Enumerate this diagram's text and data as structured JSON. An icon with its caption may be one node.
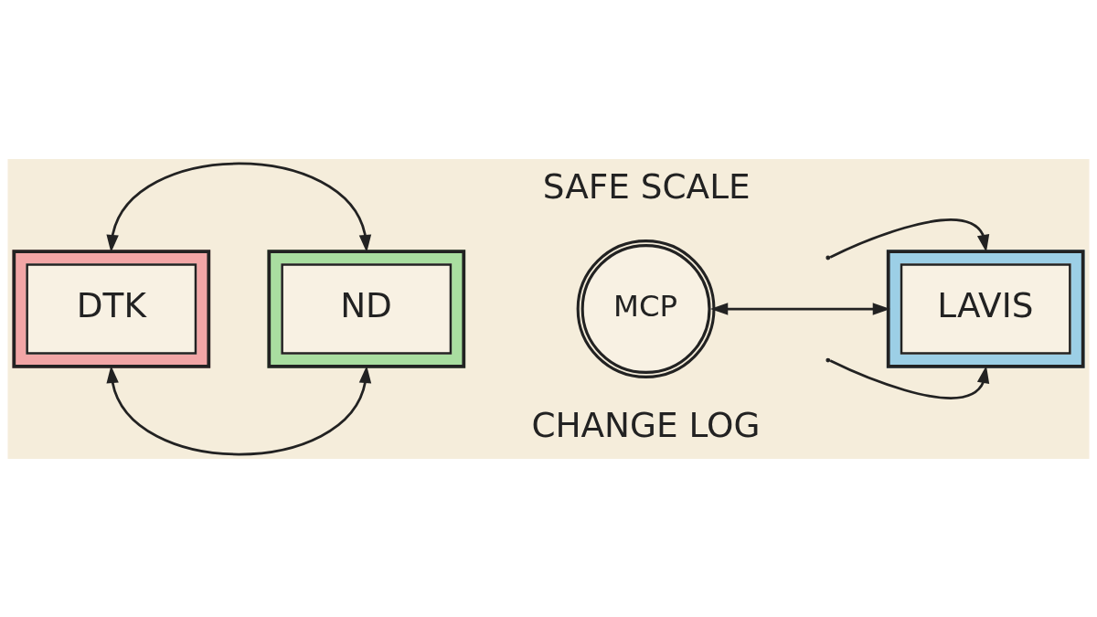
{
  "diagram": {
    "nodes": [
      {
        "text": [
          "DTK"
        ]
      },
      {
        "text": [
          "ND"
        ]
      },
      {
        "text": [
          "MCP"
        ]
      },
      {
        "text": [
          "LAVIS"
        ]
      }
    ],
    "edges": [
      {
        "from": 0,
        "to": 1,
        "arrow": "both"
      },
      {
        "from": 0,
        "to": 1,
        "arrow": "both"
      },
      {
        "from": 2,
        "to": 3,
        "arrow": "both"
      },
      {
        "from": null,
        "to": 3,
        "arrow": "to"
      },
      {
        "from": null,
        "to": 3,
        "arrow": "to"
      }
    ],
    "labels": [
      "SAFE SCALE",
      "CHANGE LOG"
    ]
  }
}
